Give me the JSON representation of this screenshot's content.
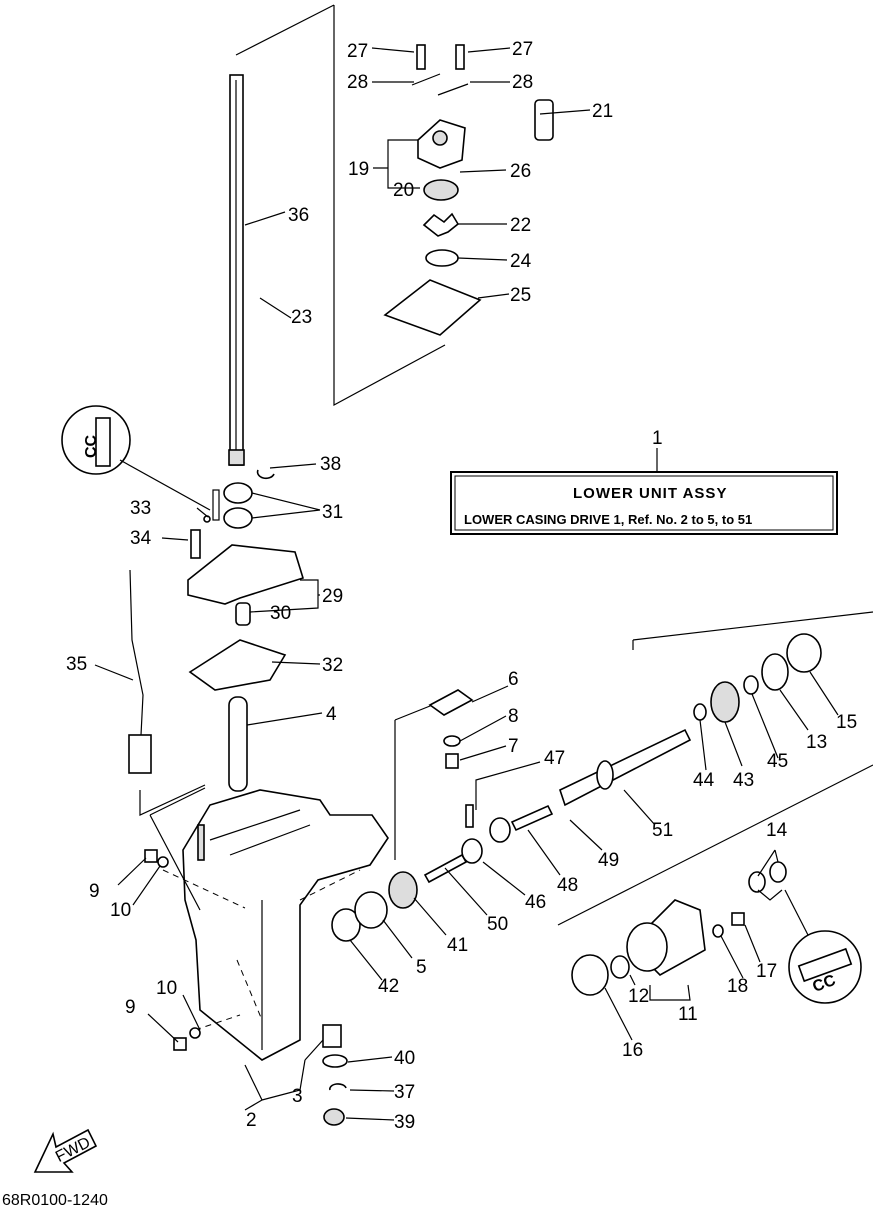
{
  "title_box": {
    "ref_number": "1",
    "title": "LOWER UNIT ASSY",
    "subtitle": "LOWER CASING DRIVE 1,  Ref. No. 2 to 5, to 51"
  },
  "diagram_code": "68R0100-1240",
  "fwd_label": "FWD",
  "inset_labels": {
    "top": "CC",
    "bottom": "CC"
  },
  "callouts": {
    "c2": "2",
    "c3": "3",
    "c4": "4",
    "c5": "5",
    "c6": "6",
    "c7": "7",
    "c8": "8",
    "c9a": "9",
    "c9b": "9",
    "c10a": "10",
    "c10b": "10",
    "c11": "11",
    "c12": "12",
    "c13": "13",
    "c14": "14",
    "c15": "15",
    "c16": "16",
    "c17": "17",
    "c18": "18",
    "c19": "19",
    "c20": "20",
    "c21": "21",
    "c22": "22",
    "c23": "23",
    "c24": "24",
    "c25": "25",
    "c26": "26",
    "c27a": "27",
    "c27b": "27",
    "c28a": "28",
    "c28b": "28",
    "c29": "29",
    "c30": "30",
    "c31": "31",
    "c32": "32",
    "c33": "33",
    "c34": "34",
    "c35": "35",
    "c36": "36",
    "c37": "37",
    "c38": "38",
    "c39": "39",
    "c40": "40",
    "c41": "41",
    "c42": "42",
    "c43": "43",
    "c44": "44",
    "c45": "45",
    "c46": "46",
    "c47": "47",
    "c48": "48",
    "c49": "49",
    "c50": "50",
    "c51": "51"
  }
}
